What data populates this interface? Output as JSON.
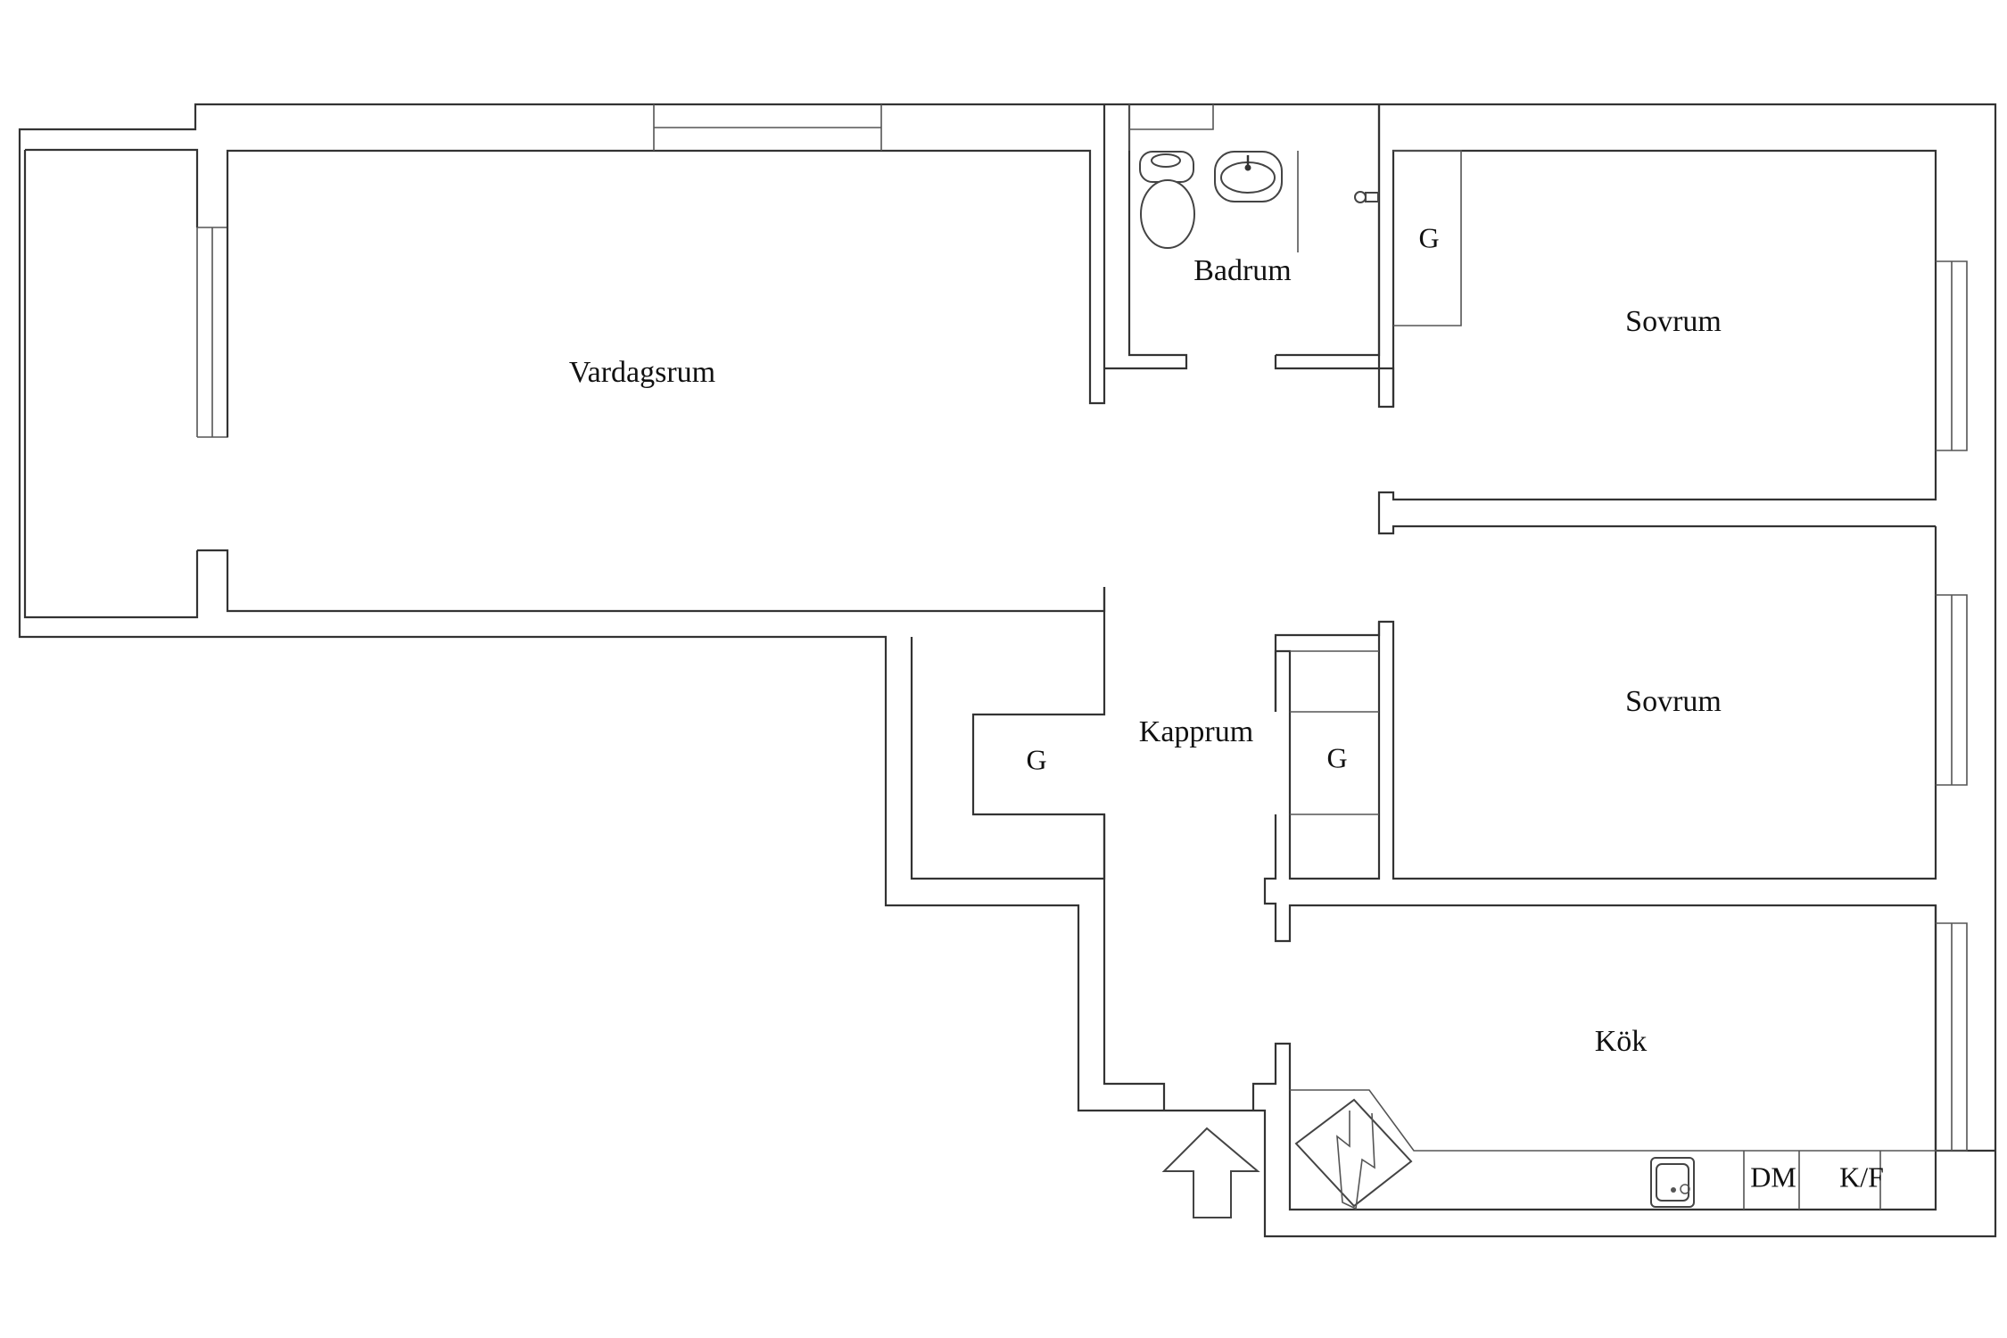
{
  "rooms": {
    "living": "Vardagsrum",
    "bathroom": "Badrum",
    "bedroom_1": "Sovrum",
    "bedroom_2": "Sovrum",
    "hall": "Kapprum",
    "kitchen": "Kök"
  },
  "closets": {
    "bedroom_closet": "G",
    "hall_closet_left": "G",
    "hall_closet_right": "G"
  },
  "appliances": {
    "dishwasher": "DM",
    "fridge_freezer": "K/F"
  },
  "icons": {
    "entrance": "entrance-arrow-icon",
    "toilet": "toilet-icon",
    "washbasin": "washbasin-icon",
    "shower": "shower-icon",
    "sink": "kitchen-sink-icon",
    "stove": "stove-icon"
  }
}
